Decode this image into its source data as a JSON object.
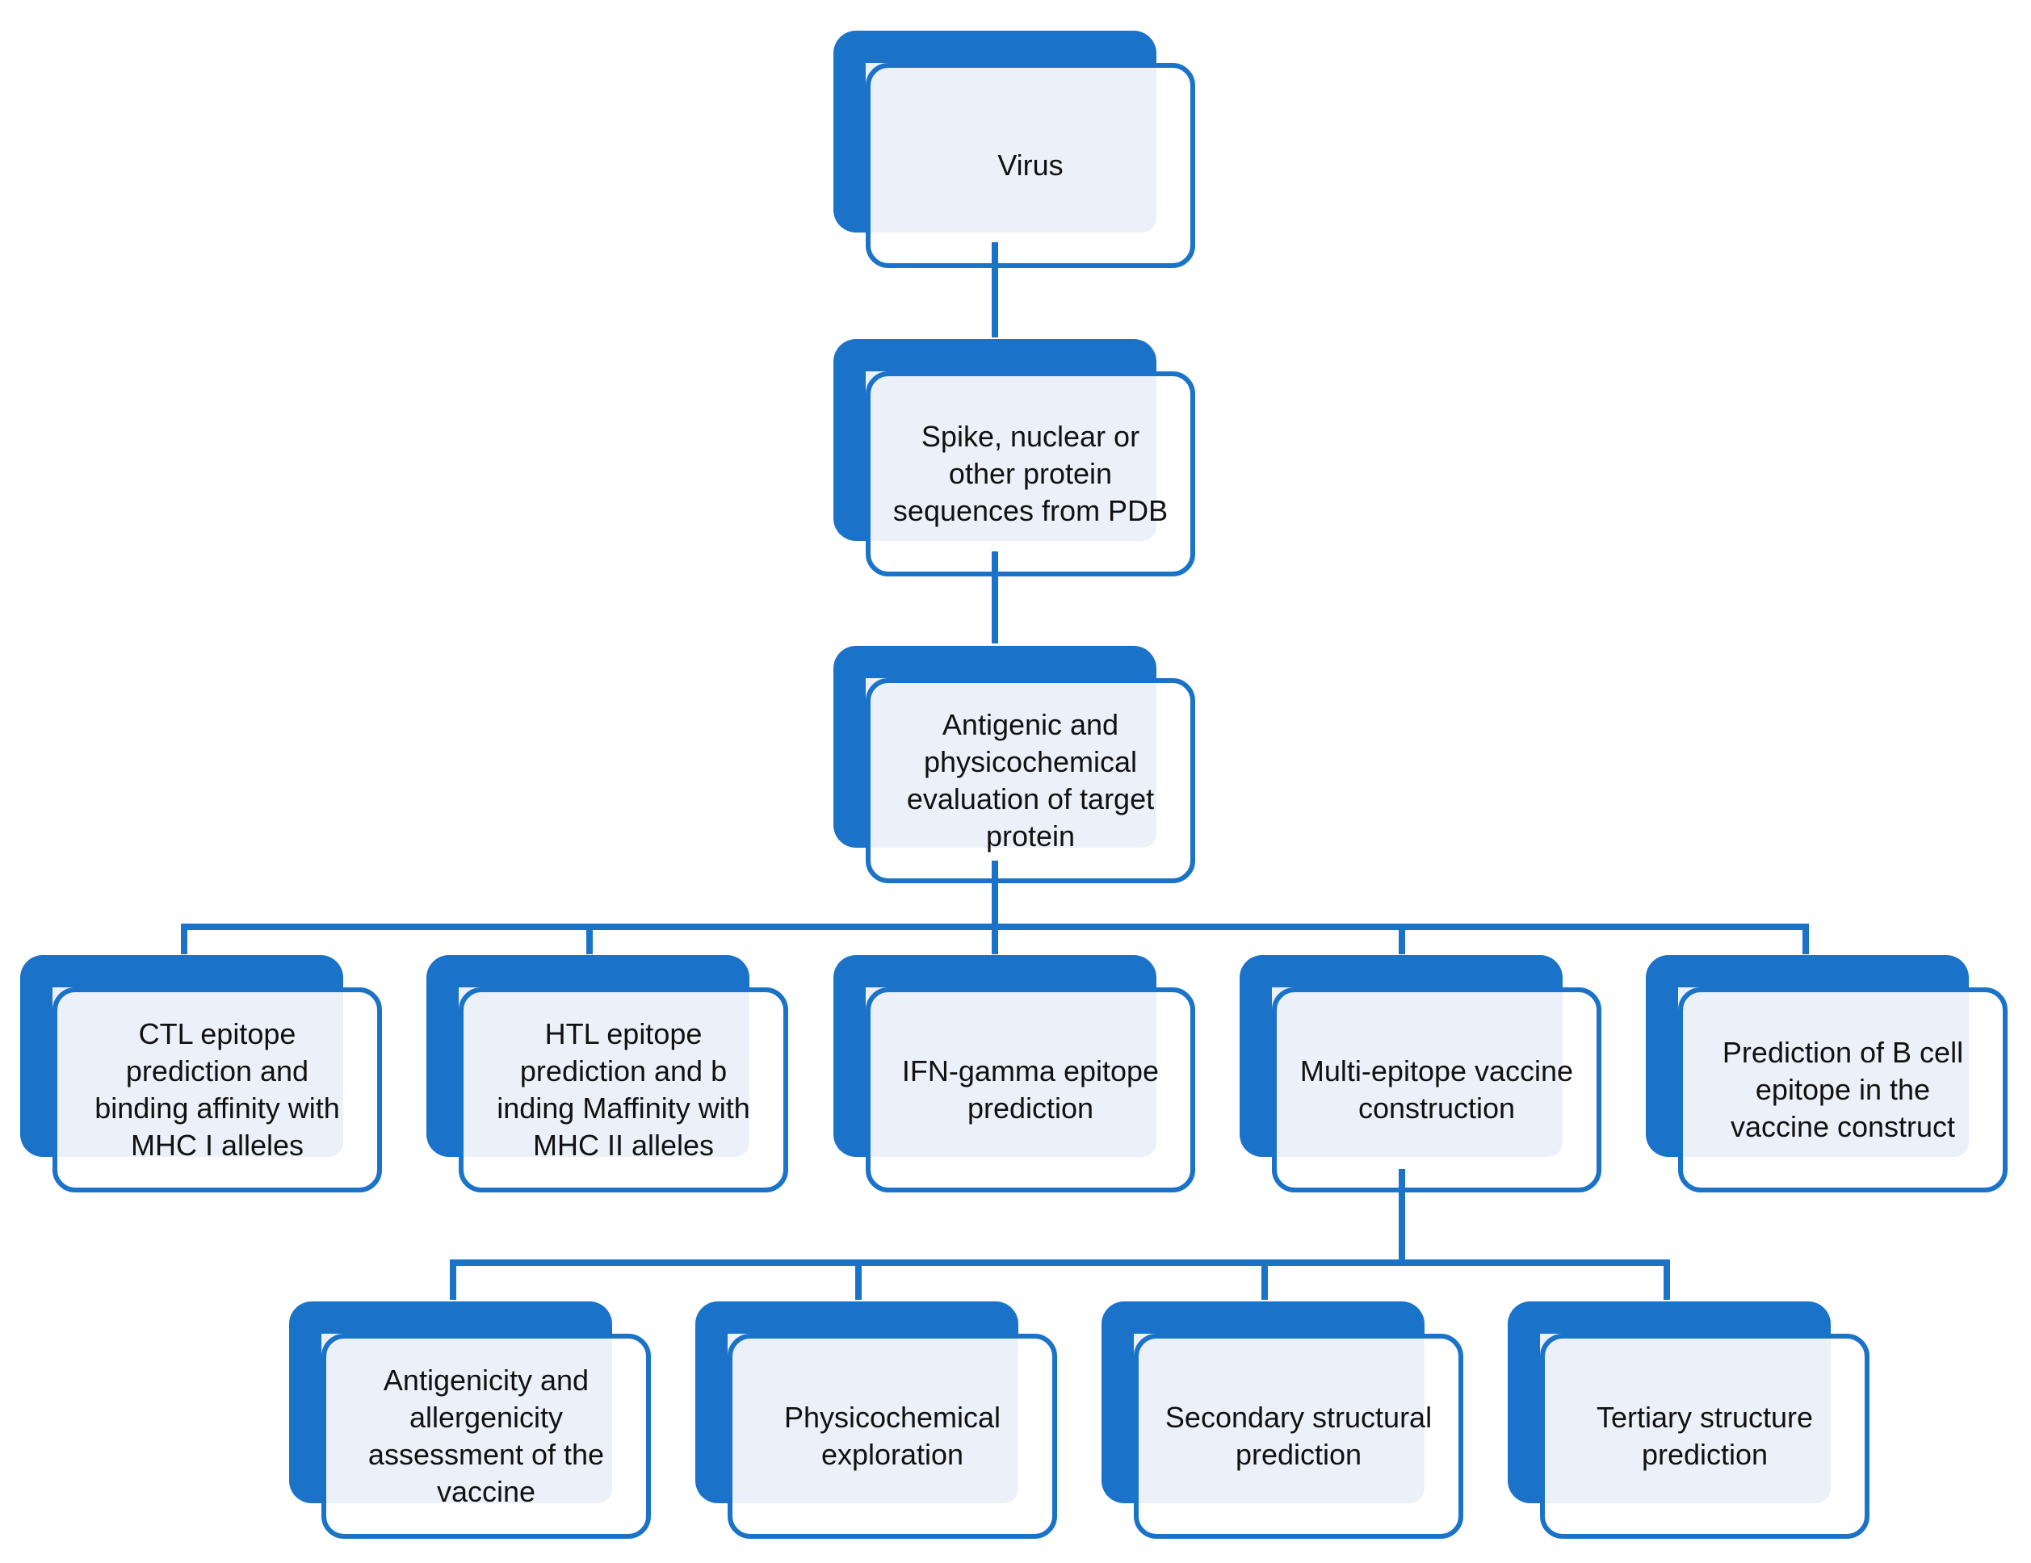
{
  "nodes": [
    {
      "id": "virus",
      "label": "Virus"
    },
    {
      "id": "protein-sequences",
      "label": "Spike, nuclear or other protein sequences from PDB"
    },
    {
      "id": "evaluation",
      "label": "Antigenic and physicochemical evaluation of target protein"
    },
    {
      "id": "ctl",
      "label": "CTL epitope prediction and binding affinity with MHC I alleles"
    },
    {
      "id": "htl",
      "label": "HTL epitope prediction and b inding Maffinity with MHC II alleles"
    },
    {
      "id": "ifn",
      "label": "IFN-gamma epitope prediction"
    },
    {
      "id": "multi-epitope",
      "label": "Multi-epitope vaccine construction"
    },
    {
      "id": "b-cell",
      "label": "Prediction of B cell epitope in the vaccine construct"
    },
    {
      "id": "antigenicity",
      "label": "Antigenicity and allergenicity assessment of the vaccine"
    },
    {
      "id": "physicochemical",
      "label": "Physicochemical exploration"
    },
    {
      "id": "secondary",
      "label": "Secondary structural prediction"
    },
    {
      "id": "tertiary",
      "label": "Tertiary structure prediction"
    }
  ],
  "edges": [
    {
      "from": "virus",
      "to": "protein-sequences"
    },
    {
      "from": "protein-sequences",
      "to": "evaluation"
    },
    {
      "from": "evaluation",
      "to": "ctl"
    },
    {
      "from": "evaluation",
      "to": "htl"
    },
    {
      "from": "evaluation",
      "to": "ifn"
    },
    {
      "from": "evaluation",
      "to": "multi-epitope"
    },
    {
      "from": "evaluation",
      "to": "b-cell"
    },
    {
      "from": "multi-epitope",
      "to": "antigenicity"
    },
    {
      "from": "multi-epitope",
      "to": "physicochemical"
    },
    {
      "from": "multi-epitope",
      "to": "secondary"
    },
    {
      "from": "multi-epitope",
      "to": "tertiary"
    }
  ],
  "colors": {
    "accent": "#1A73C8",
    "box_fill": "#ECF1F9",
    "background": "#FFFFFF"
  }
}
